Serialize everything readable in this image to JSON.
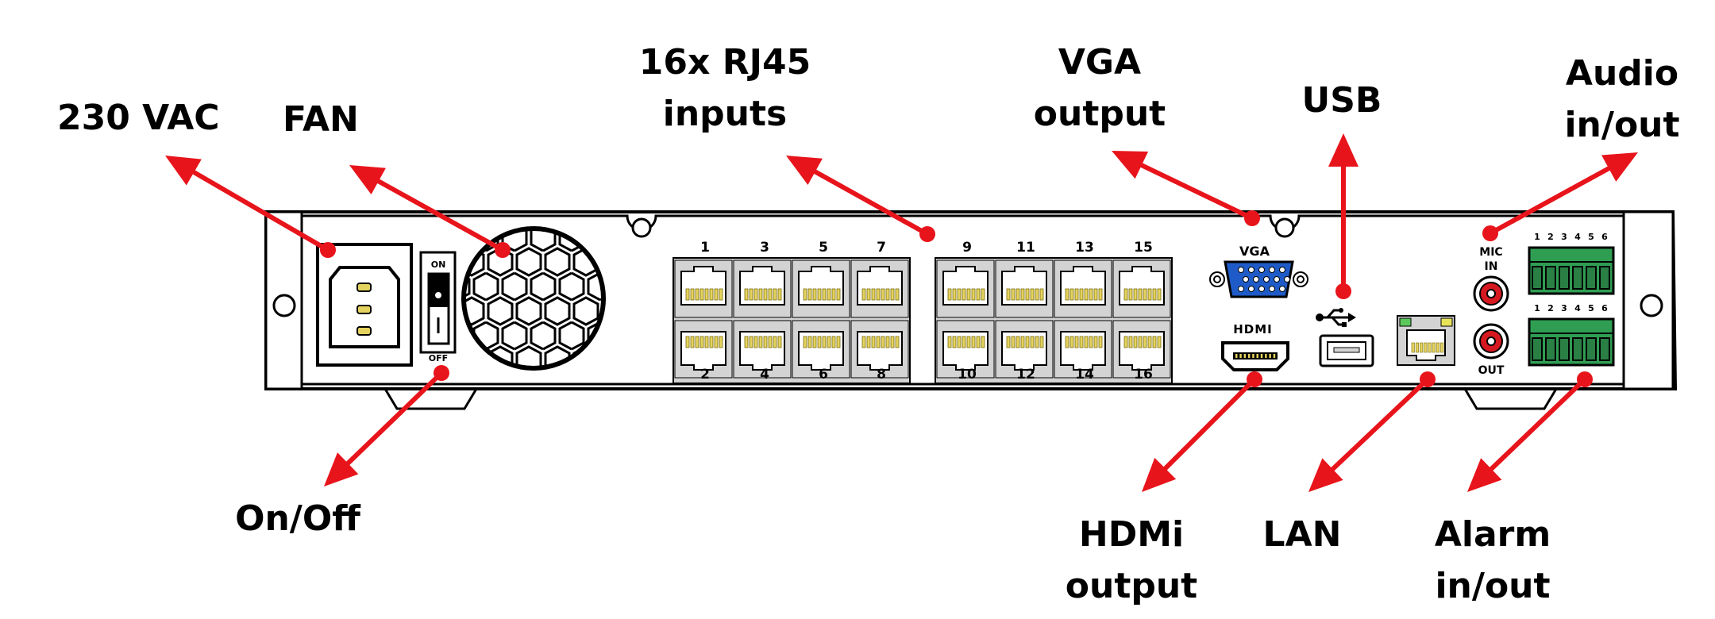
{
  "callouts": {
    "power": "230 VAC",
    "fan": "FAN",
    "rj45": [
      "16x RJ45",
      "inputs"
    ],
    "vga": [
      "VGA",
      "output"
    ],
    "usb": "USB",
    "audio": [
      "Audio",
      "in/out"
    ],
    "onoff": "On/Off",
    "hdmi": [
      "HDMi",
      "output"
    ],
    "lan": "LAN",
    "alarm": [
      "Alarm",
      "in/out"
    ]
  },
  "panel": {
    "switch_on": "ON",
    "switch_off": "OFF",
    "vga_label": "VGA",
    "hdmi_label": "HDMI",
    "mic_label": [
      "MIC",
      "IN"
    ],
    "out_label": "OUT",
    "ports_top": [
      "1",
      "3",
      "5",
      "7",
      "9",
      "11",
      "13",
      "15"
    ],
    "ports_bottom": [
      "2",
      "4",
      "6",
      "8",
      "10",
      "12",
      "14",
      "16"
    ],
    "terminal_numbers": [
      "1",
      "2",
      "3",
      "4",
      "5",
      "6"
    ]
  },
  "colors": {
    "arrow": "#e8141b",
    "port_housing": "#d3d3d3",
    "pin": "#e4d35e",
    "vga_blue": "#1f5bc8",
    "terminal_green": "#2f9e53",
    "rca_red": "#d61920",
    "lan_led_green": "#5cc85c",
    "lan_led_yellow": "#e8e45a"
  },
  "icons": [
    "usb-icon"
  ]
}
